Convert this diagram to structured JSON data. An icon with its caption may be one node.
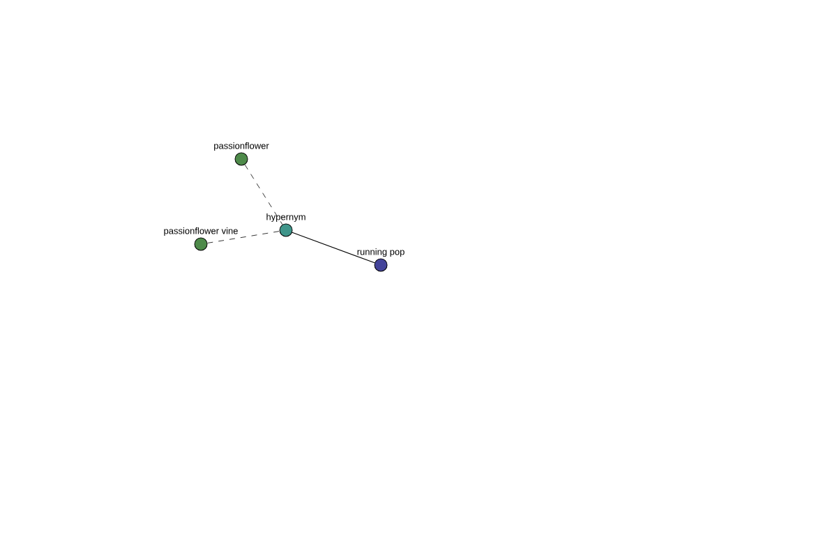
{
  "diagram": {
    "nodes": [
      {
        "text": [
          "passionflower"
        ]
      },
      {
        "text": [
          "hypernym"
        ]
      },
      {
        "text": [
          "passionflower vine"
        ]
      },
      {
        "text": [
          "running pop"
        ]
      }
    ],
    "edges": [
      {
        "from": 0,
        "to": 1,
        "arrow": "none",
        "style": "dashed"
      },
      {
        "from": 2,
        "to": 1,
        "arrow": "none",
        "style": "dashed"
      },
      {
        "from": 1,
        "to": 3,
        "arrow": "none"
      }
    ]
  }
}
